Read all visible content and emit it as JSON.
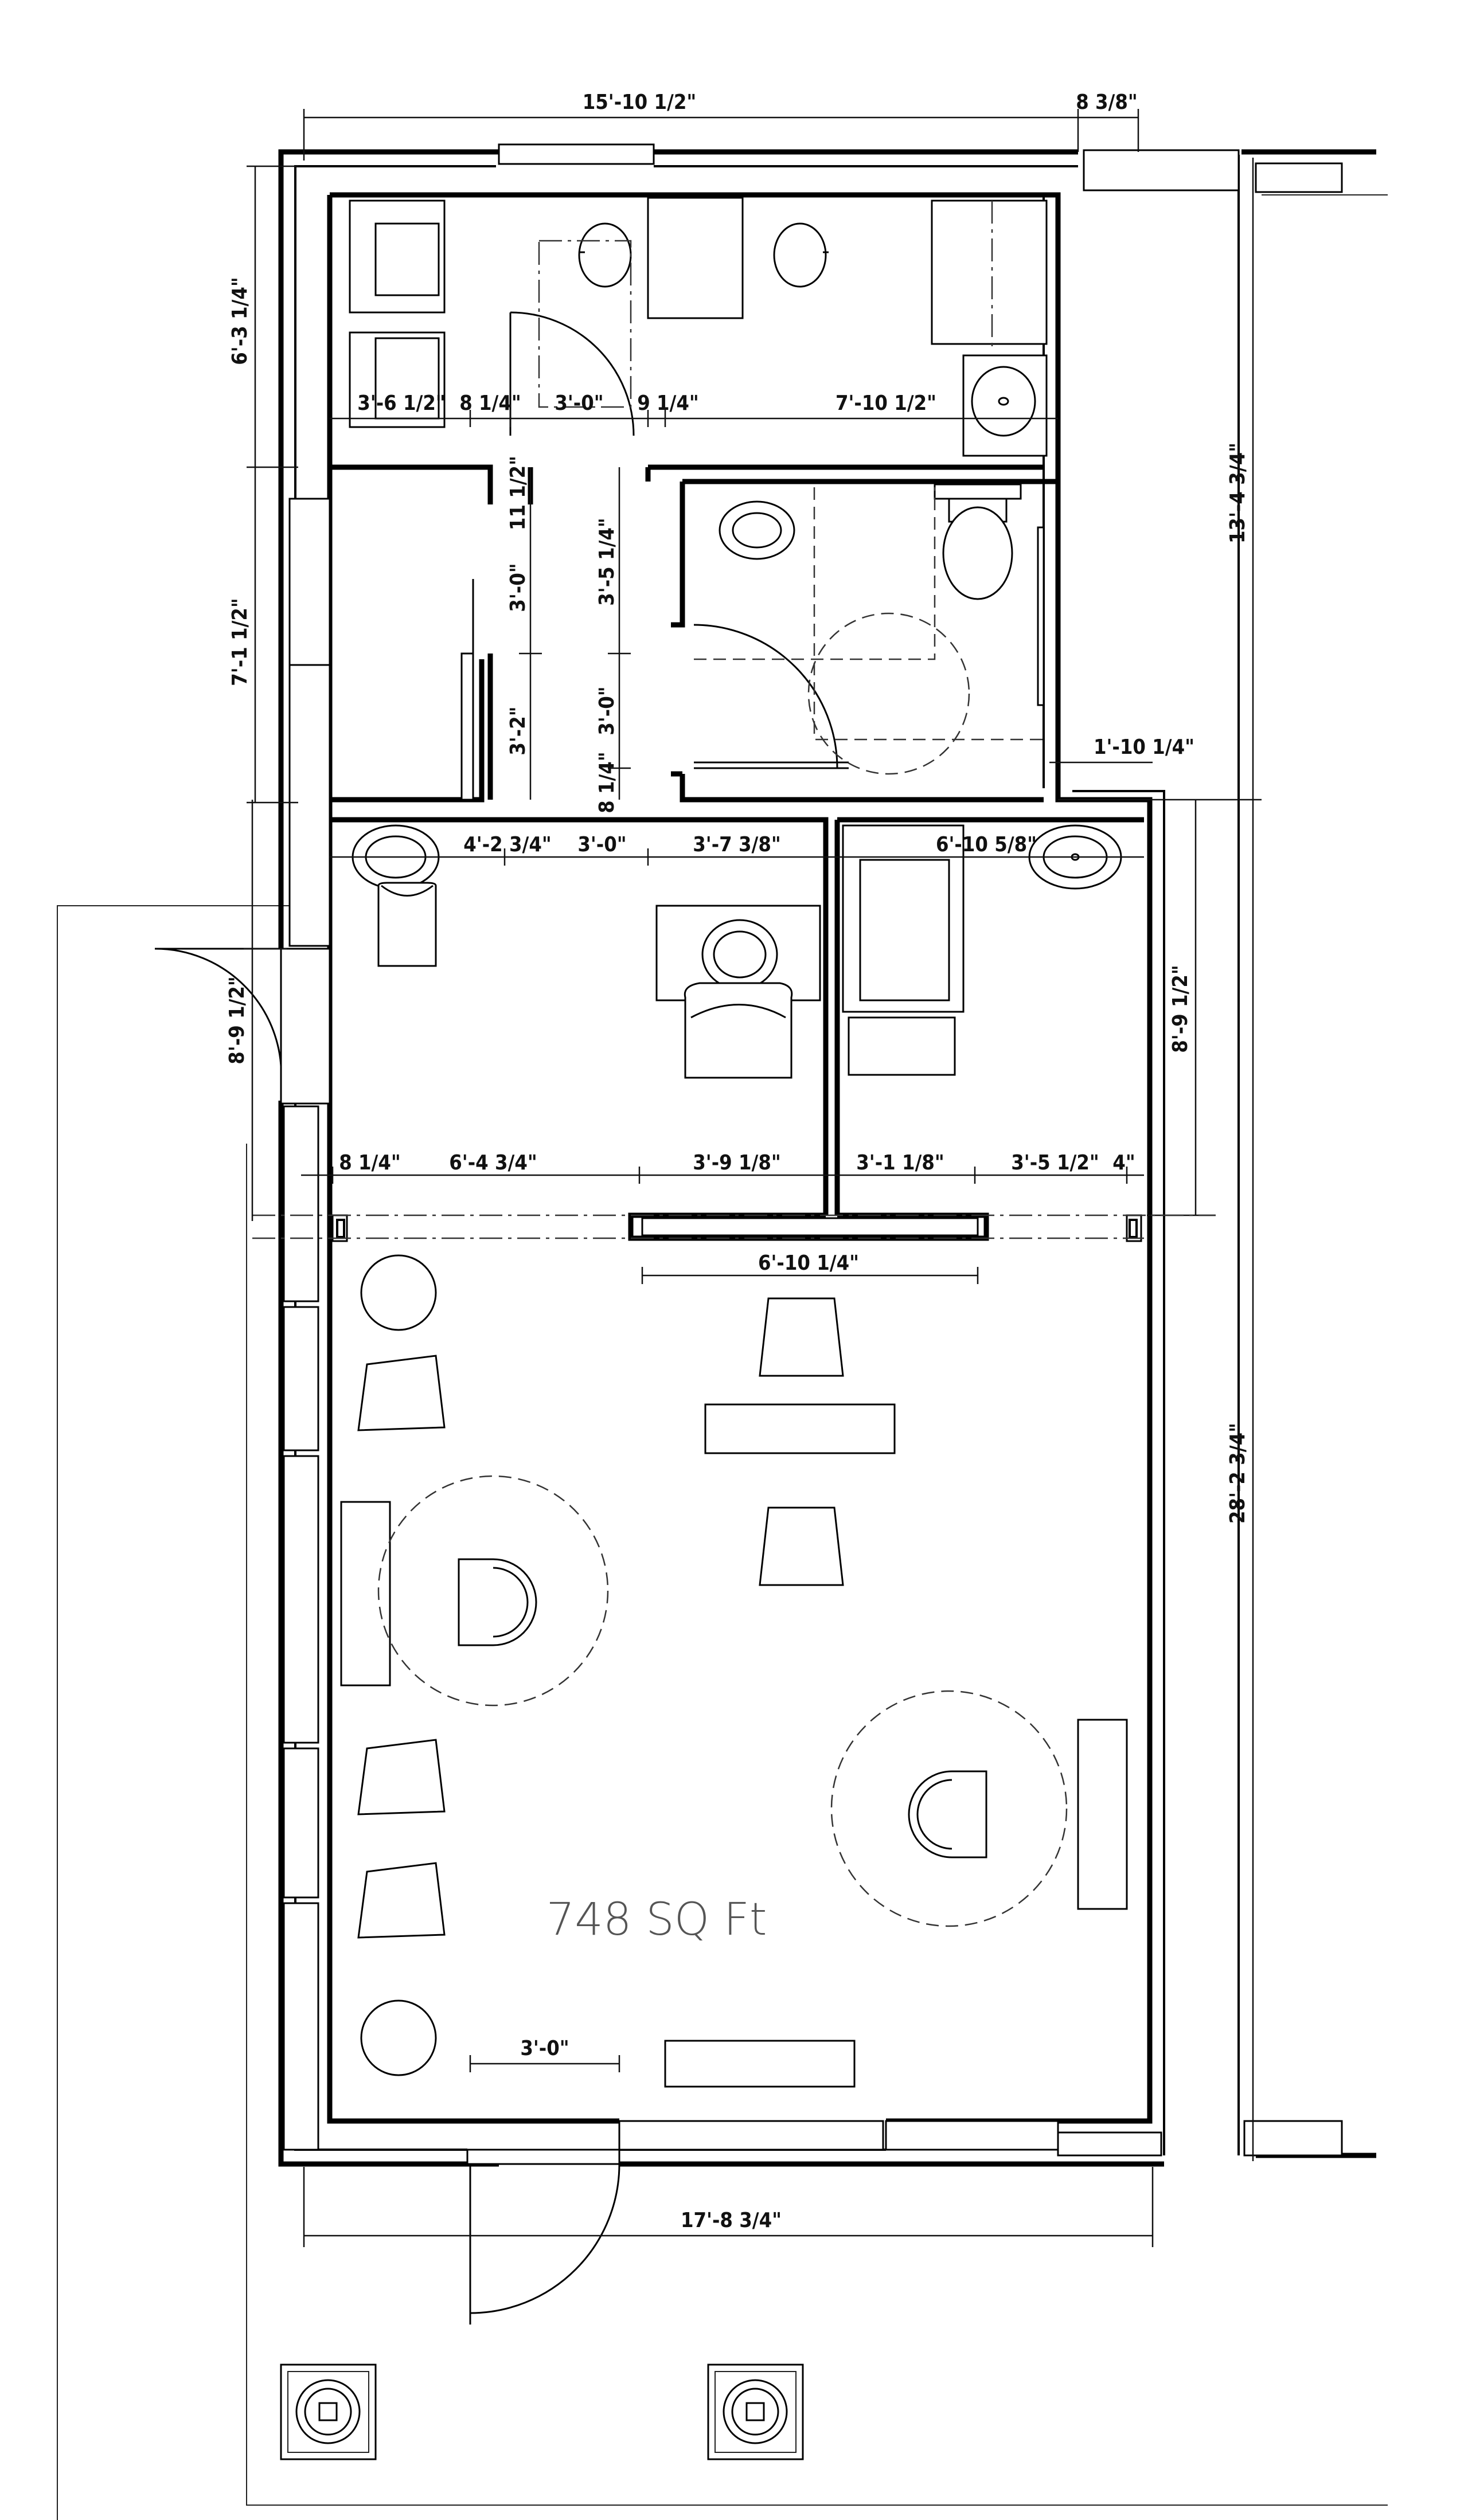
{
  "floor_plan": {
    "area_label": "748 SQ Ft",
    "dimensions": {
      "top_width": "15'-10 1/2\"",
      "top_extension": "8 3/8\"",
      "left_upper": "6'-3 1/4\"",
      "left_middle": "7'-1 1/2\"",
      "right_upper": "13'-4 3/4\"",
      "right_lower": "28'-2 3/4\"",
      "right_middle": "8'-9 1/2\"",
      "bottom_width": "17'-8 3/4\"",
      "door_width_bottom": "3'-0\"",
      "side_door": "8'-9 1/2\"",
      "row1_a": "3'-6 1/2\"",
      "row1_b": "8 1/4\"",
      "row1_c": "3'-0\"",
      "row1_d": "9 1/4\"",
      "row1_e": "7'-10 1/2\"",
      "corridor_a": "11 1/2\"",
      "corridor_b": "3'-0\"",
      "corridor_c": "3'-2\"",
      "corridor_d": "3'-5 1/4\"",
      "corridor_e": "3'-0\"",
      "corridor_f": "8 1/4\"",
      "bath_right": "1'-10 1/4\"",
      "row2_a": "4'-2 3/4\"",
      "row2_b": "3'-0\"",
      "row2_c": "3'-7 3/8\"",
      "row2_d": "6'-10 5/8\"",
      "row3_a": "8 1/4\"",
      "row3_b": "6'-4 3/4\"",
      "row3_c": "3'-9 1/8\"",
      "row3_d": "3'-1 1/8\"",
      "row3_e": "3'-5 1/2\"",
      "row3_f": "4\"",
      "counter_width": "6'-10 1/4\""
    }
  }
}
